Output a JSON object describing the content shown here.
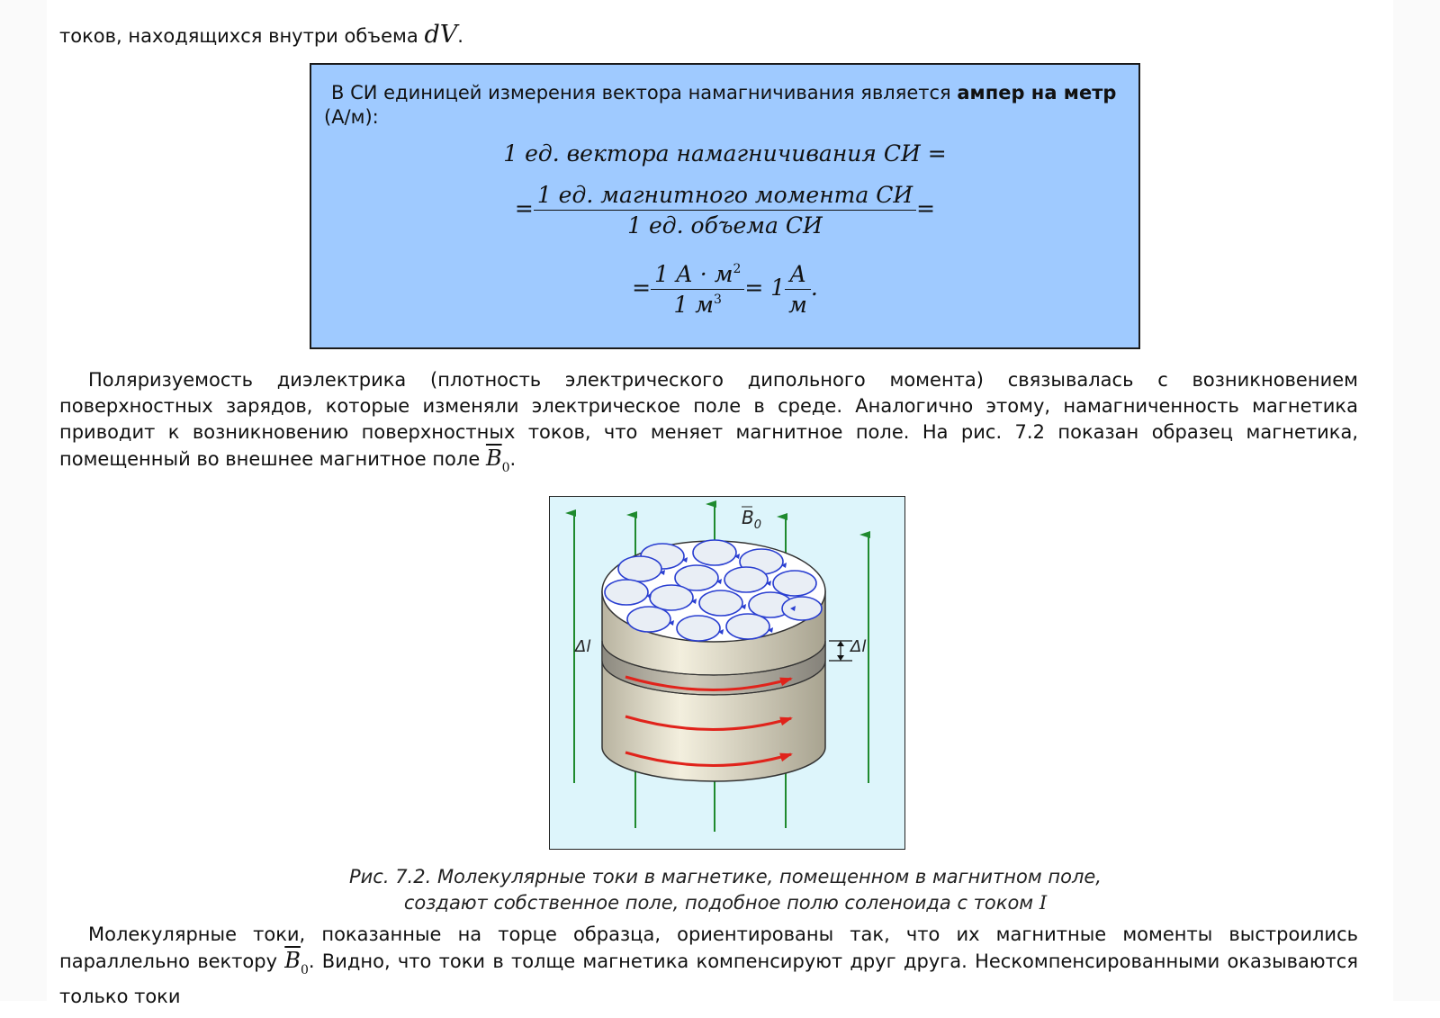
{
  "intro": {
    "text": "токов, находящихся внутри объема",
    "var": "dV",
    "end": "."
  },
  "si_box": {
    "text_lead": "В СИ единицей измерения вектора намагничивания является",
    "text_bold": "ампер на метр",
    "text_tail": "(А/м):",
    "line1": "1 ед. вектора намагничивания СИ =",
    "line2_num": "1 ед. магнитного момента СИ",
    "line2_den": "1 ед. объема СИ",
    "line3_num": "1 А · м",
    "line3_den": "1 м",
    "line3_mid": "= 1",
    "line3_num2": "А",
    "line3_den2": "м"
  },
  "para1": {
    "text": "Поляризуемость диэлектрика (плотность электрического дипольного момента) связывалась с возникновением поверхностных зарядов, которые изменяли электрическое поле в среде. Аналогично этому, намагниченность магнетика приводит к возникновению поверхностных токов, что меняет магнитное поле. На рис. 7.2 показан образец магнетика, помещенный во внешнее магнитное поле",
    "vec": "B",
    "vec_sub": "0",
    "end": "."
  },
  "figure": {
    "label_b": "B",
    "label_b_sub": "0",
    "label_dl_left": "Δl",
    "label_dl_right": "Δl",
    "colors": {
      "background": "#ddf5fb",
      "field_lines": "#1f8a2e",
      "molecular_currents": "#2a3fd1",
      "surface_currents": "#e0231b",
      "cylinder": "#d9d4c0"
    }
  },
  "caption": {
    "line1": "Рис. 7.2. Молекулярные токи в магнетике, помещенном в магнитном поле,",
    "line2": "создают собственное поле, подобное полю соленоида с током",
    "line2_var": "I"
  },
  "para2": {
    "text_a": "Молекулярные токи, показанные на торце образца, ориентированы так, что их магнитные моменты выстроились параллельно вектору",
    "vec": "B",
    "vec_sub": "0",
    "text_b": ". Видно, что токи в толще магнетика компенсируют друг друга. Нескомпенсированными оказываются только токи"
  }
}
